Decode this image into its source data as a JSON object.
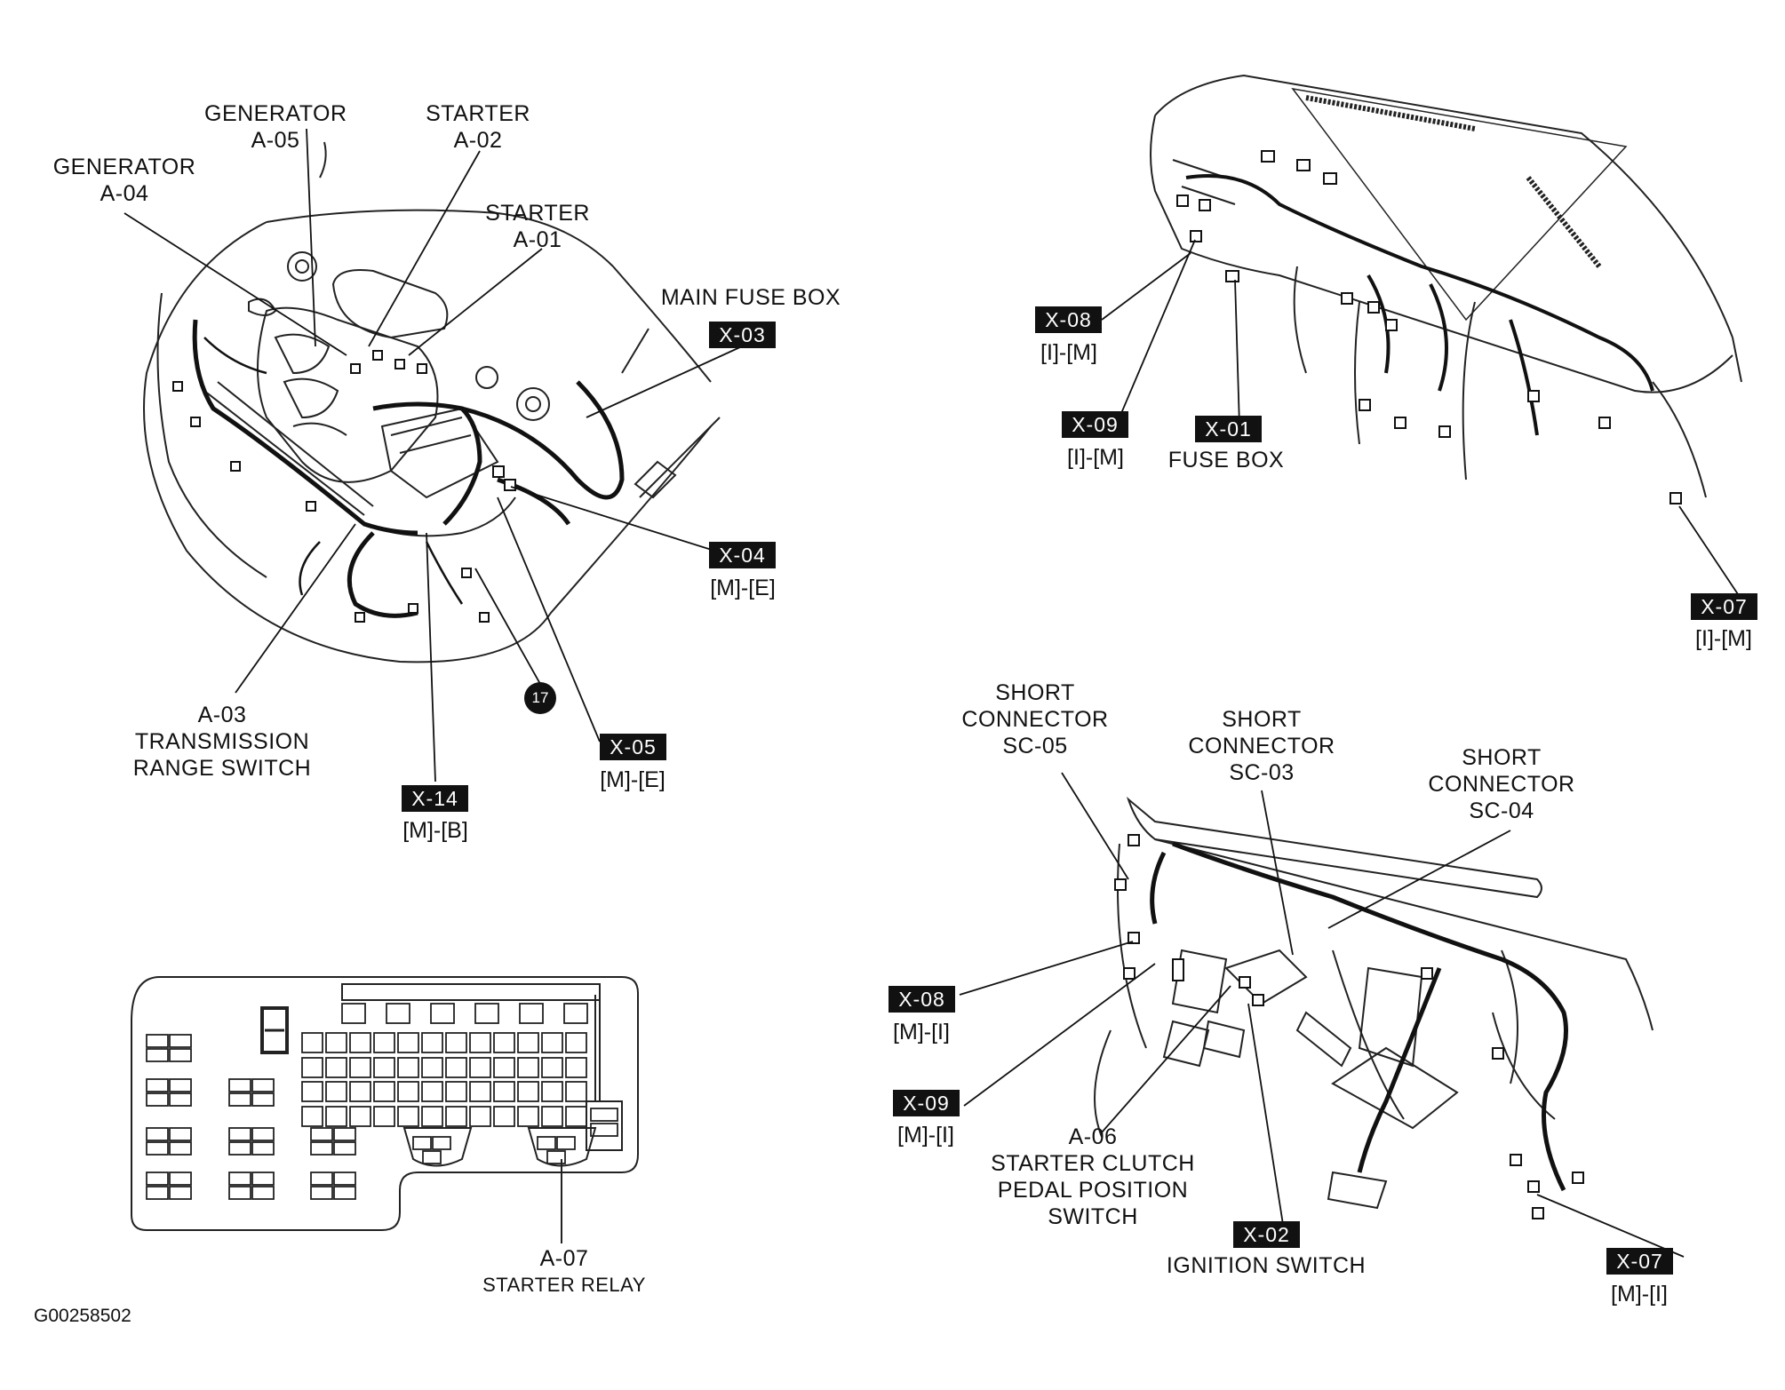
{
  "figure_id": "G00258502",
  "labels": {
    "generator_a04": {
      "title": "GENERATOR",
      "code": "A-04"
    },
    "generator_a05": {
      "title": "GENERATOR",
      "code": "A-05"
    },
    "starter_a02": {
      "title": "STARTER",
      "code": "A-02"
    },
    "starter_a01": {
      "title": "STARTER",
      "code": "A-01"
    },
    "main_fuse_box": {
      "title": "MAIN FUSE BOX"
    },
    "a03": {
      "code": "A-03",
      "line1": "TRANSMISSION",
      "line2": "RANGE SWITCH"
    },
    "fuse_box": {
      "title": "FUSE BOX"
    },
    "short_sc05": {
      "line1": "SHORT",
      "line2": "CONNECTOR",
      "code": "SC-05"
    },
    "short_sc03": {
      "line1": "SHORT",
      "line2": "CONNECTOR",
      "code": "SC-03"
    },
    "short_sc04": {
      "line1": "SHORT",
      "line2": "CONNECTOR",
      "code": "SC-04"
    },
    "a06": {
      "code": "A-06",
      "line1": "STARTER CLUTCH",
      "line2": "PEDAL POSITION",
      "line3": "SWITCH"
    },
    "ignition_switch": {
      "title": "IGNITION SWITCH"
    },
    "a07": {
      "code": "A-07",
      "title": "STARTER RELAY"
    }
  },
  "connectors": {
    "x03": {
      "code": "X-03"
    },
    "x04": {
      "code": "X-04",
      "sub": "[M]-[E]"
    },
    "x05": {
      "code": "X-05",
      "sub": "[M]-[E]"
    },
    "x14": {
      "code": "X-14",
      "sub": "[M]-[B]"
    },
    "x08_top": {
      "code": "X-08",
      "sub": "[I]-[M]"
    },
    "x09_top": {
      "code": "X-09",
      "sub": "[I]-[M]"
    },
    "x01": {
      "code": "X-01"
    },
    "x07_top": {
      "code": "X-07",
      "sub": "[I]-[M]"
    },
    "x08_bot": {
      "code": "X-08",
      "sub": "[M]-[I]"
    },
    "x09_bot": {
      "code": "X-09",
      "sub": "[M]-[I]"
    },
    "x02": {
      "code": "X-02"
    },
    "x07_bot": {
      "code": "X-07",
      "sub": "[M]-[I]"
    }
  },
  "badge": {
    "number": "17"
  }
}
